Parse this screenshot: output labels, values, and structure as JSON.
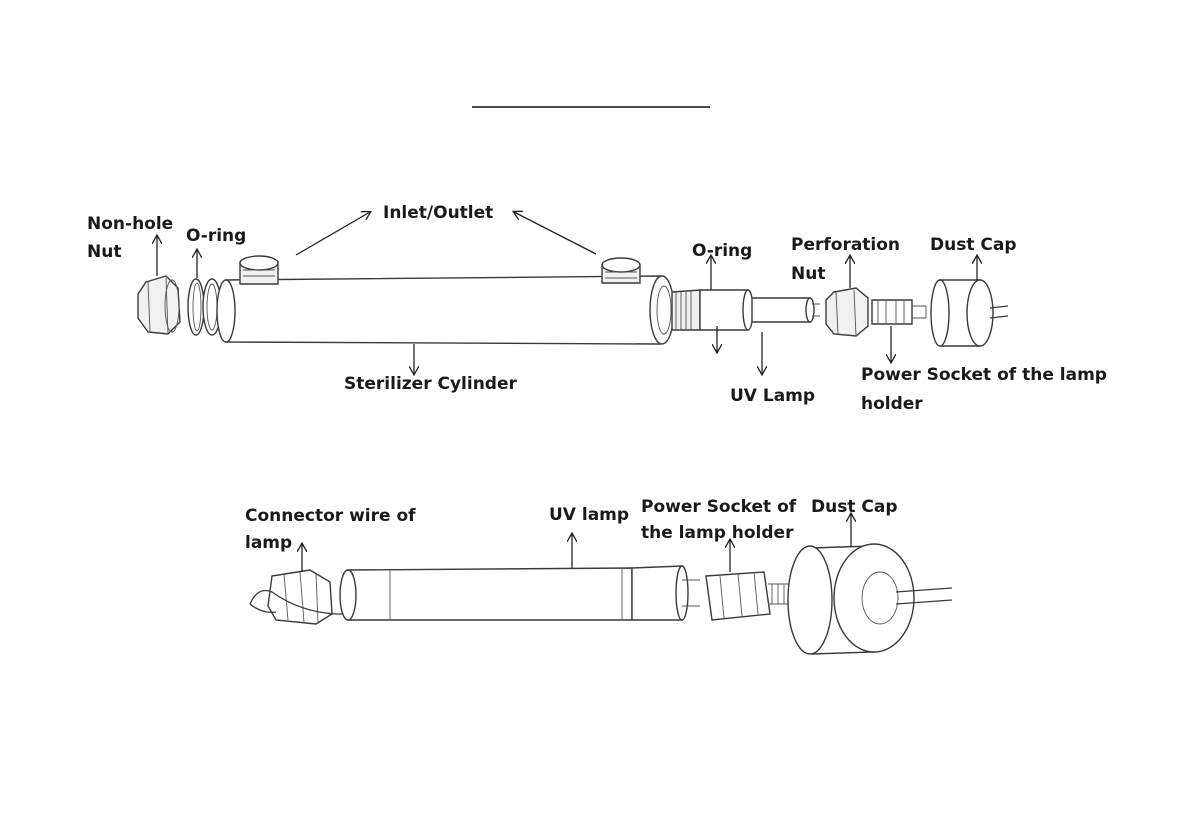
{
  "colors": {
    "ink": "#1a1a1a",
    "line": "#3a3a3a",
    "background": "#ffffff"
  },
  "top_diagram": {
    "labels": {
      "non_hole_nut_1": "Non-hole",
      "non_hole_nut_2": "Nut",
      "o_ring_left": "O-ring",
      "inlet_outlet": "Inlet/Outlet",
      "o_ring_right": "O-ring",
      "perforation_nut_1": "Perforation",
      "perforation_nut_2": "Nut",
      "dust_cap": "Dust Cap",
      "sterilizer_cylinder": "Sterilizer Cylinder",
      "uv_lamp": "UV Lamp",
      "power_socket_1": "Power Socket of the lamp",
      "power_socket_2": "holder"
    }
  },
  "bottom_diagram": {
    "labels": {
      "connector_wire_1": "Connector wire of",
      "connector_wire_2": "lamp",
      "uv_lamp": "UV lamp",
      "power_socket_1": "Power Socket of",
      "power_socket_2": "the lamp holder",
      "dust_cap": "Dust Cap"
    }
  }
}
